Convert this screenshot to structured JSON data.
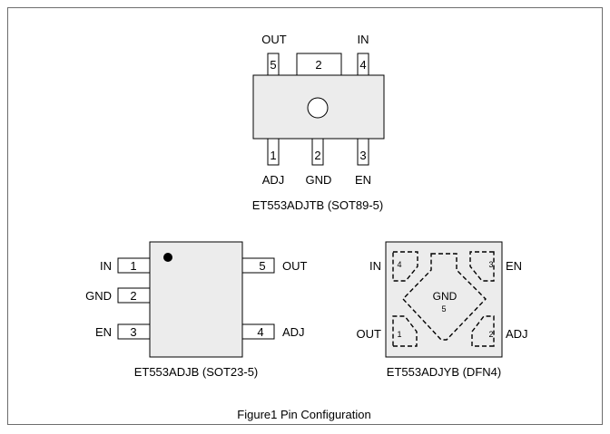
{
  "caption": "Figure1 Pin Configuration",
  "sot89": {
    "title": "ET553ADJTB (SOT89-5)",
    "top_pins": [
      {
        "num": "5",
        "label": "OUT"
      },
      {
        "num": "2",
        "label": ""
      },
      {
        "num": "4",
        "label": "IN"
      }
    ],
    "bottom_pins": [
      {
        "num": "1",
        "label": "ADJ"
      },
      {
        "num": "2",
        "label": "GND"
      },
      {
        "num": "3",
        "label": "EN"
      }
    ]
  },
  "sot23": {
    "title": "ET553ADJB (SOT23-5)",
    "left_pins": [
      {
        "num": "1",
        "label": "IN"
      },
      {
        "num": "2",
        "label": "GND"
      },
      {
        "num": "3",
        "label": "EN"
      }
    ],
    "right_pins": [
      {
        "num": "5",
        "label": "OUT"
      },
      {
        "num": "4",
        "label": "ADJ"
      }
    ]
  },
  "dfn4": {
    "title": "ET553ADJYB (DFN4)",
    "pins": [
      {
        "num": "4",
        "label": "IN"
      },
      {
        "num": "3",
        "label": "EN"
      },
      {
        "num": "1",
        "label": "OUT"
      },
      {
        "num": "2",
        "label": "ADJ"
      }
    ],
    "pad_label": "GND",
    "pad_num": "5"
  }
}
